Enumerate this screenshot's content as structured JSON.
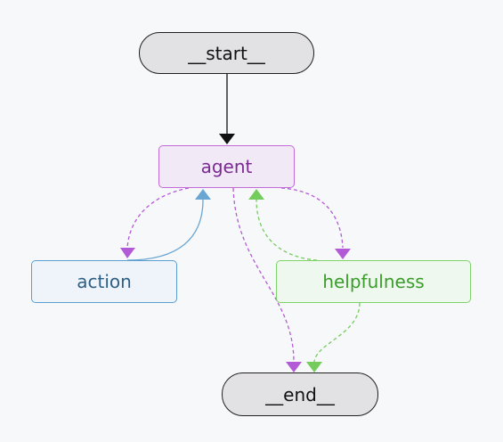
{
  "nodes": {
    "start": "__start__",
    "agent": "agent",
    "action": "action",
    "helpfulness": "helpfulness",
    "end": "__end__"
  },
  "colors": {
    "agent_edges": "#b35bd6",
    "action_edge": "#6aa6d2",
    "helpfulness_edges": "#74cc5c",
    "start_edge": "#111111"
  },
  "edges": [
    {
      "from": "__start__",
      "to": "agent",
      "style": "solid"
    },
    {
      "from": "agent",
      "to": "action",
      "style": "dashed"
    },
    {
      "from": "action",
      "to": "agent",
      "style": "solid"
    },
    {
      "from": "agent",
      "to": "helpfulness",
      "style": "dashed"
    },
    {
      "from": "helpfulness",
      "to": "agent",
      "style": "dashed"
    },
    {
      "from": "agent",
      "to": "__end__",
      "style": "dashed"
    },
    {
      "from": "helpfulness",
      "to": "__end__",
      "style": "dashed"
    }
  ]
}
